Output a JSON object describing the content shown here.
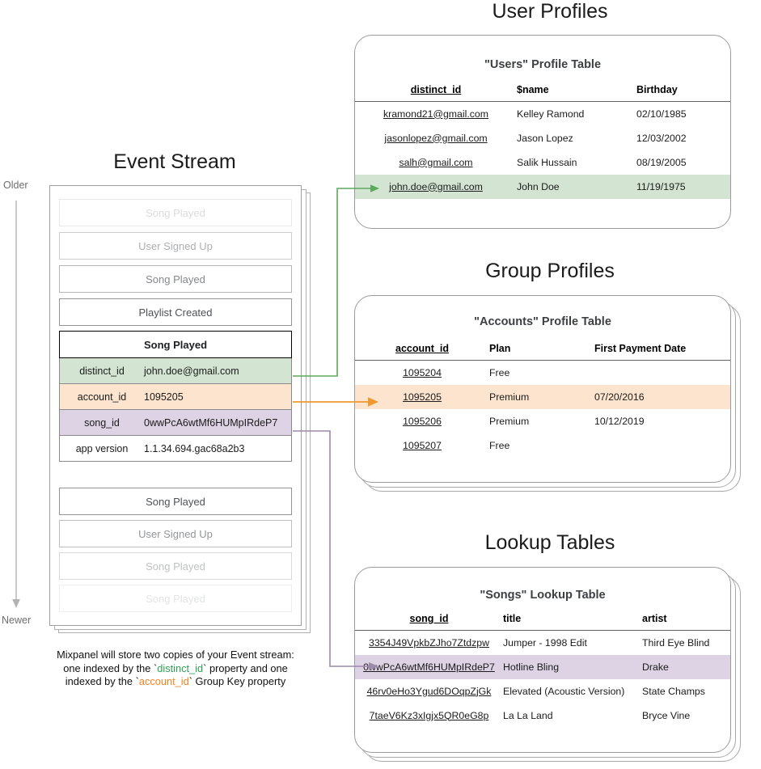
{
  "sections": {
    "event_stream_title": "Event Stream",
    "user_profiles_title": "User Profiles",
    "group_profiles_title": "Group Profiles",
    "lookup_tables_title": "Lookup Tables"
  },
  "timeline": {
    "older_label": "Older",
    "newer_label": "Newer"
  },
  "event_stream": {
    "events_before": [
      {
        "name": "Song Played",
        "opacity": 0.18
      },
      {
        "name": "User Signed Up",
        "opacity": 0.42
      },
      {
        "name": "Song Played",
        "opacity": 0.62
      },
      {
        "name": "Playlist Created",
        "opacity": 0.9
      }
    ],
    "selected_event": {
      "name": "Song Played",
      "properties": [
        {
          "key": "distinct_id",
          "value": "john.doe@gmail.com",
          "highlight": "green"
        },
        {
          "key": "account_id",
          "value": "1095205",
          "highlight": "orange"
        },
        {
          "key": "song_id",
          "value": "0wwPcA6wtMf6HUMpIRdeP7",
          "highlight": "purple"
        },
        {
          "key": "app version",
          "value": "1.1.34.694.gac68a2b3",
          "highlight": "none"
        }
      ]
    },
    "events_after": [
      {
        "name": "Song Played",
        "opacity": 0.9
      },
      {
        "name": "User Signed Up",
        "opacity": 0.55
      },
      {
        "name": "Song Played",
        "opacity": 0.32
      },
      {
        "name": "Song Played",
        "opacity": 0.14
      }
    ]
  },
  "caption": {
    "line1": "Mixpanel will store two copies of your Event stream:",
    "line2_a": "one indexed by the `",
    "line2_b": "distinct_id",
    "line2_c": "` property and one",
    "line3_a": "indexed by the `",
    "line3_b": "account_id",
    "line3_c": "` Group Key property"
  },
  "users_table": {
    "title": "\"Users\" Profile Table",
    "columns": [
      "distinct_id",
      "$name",
      "Birthday"
    ],
    "rows": [
      {
        "distinct_id": "kramond21@gmail.com",
        "name": "Kelley Ramond",
        "birthday": "02/10/1985",
        "highlighted": false
      },
      {
        "distinct_id": "jasonlopez@gmail.com",
        "name": "Jason Lopez",
        "birthday": "12/03/2002",
        "highlighted": false
      },
      {
        "distinct_id": "salh@gmail.com",
        "name": "Salik Hussain",
        "birthday": "08/19/2005",
        "highlighted": false
      },
      {
        "distinct_id": "john.doe@gmail.com",
        "name": "John Doe",
        "birthday": "11/19/1975",
        "highlighted": true
      }
    ]
  },
  "accounts_table": {
    "title": "\"Accounts\" Profile Table",
    "columns": [
      "account_id",
      "Plan",
      "First Payment Date"
    ],
    "rows": [
      {
        "account_id": "1095204",
        "plan": "Free",
        "first_payment_date": "",
        "highlighted": false
      },
      {
        "account_id": "1095205",
        "plan": "Premium",
        "first_payment_date": "07/20/2016",
        "highlighted": true
      },
      {
        "account_id": "1095206",
        "plan": "Premium",
        "first_payment_date": "10/12/2019",
        "highlighted": false
      },
      {
        "account_id": "1095207",
        "plan": "Free",
        "first_payment_date": "",
        "highlighted": false
      }
    ]
  },
  "songs_table": {
    "title": "\"Songs\" Lookup Table",
    "columns": [
      "song_id",
      "title",
      "artist"
    ],
    "rows": [
      {
        "song_id": "3354J49VpkbZJho7Ztdzpw",
        "title": "Jumper - 1998 Edit",
        "artist": "Third Eye Blind",
        "highlighted": false
      },
      {
        "song_id": "0wwPcA6wtMf6HUMpIRdeP7",
        "title": "Hotline Bling",
        "artist": "Drake",
        "highlighted": true
      },
      {
        "song_id": "46rv0eHo3Ygud6DOqpZjGk",
        "title": "Elevated (Acoustic Version)",
        "artist": "State Champs",
        "highlighted": false
      },
      {
        "song_id": "7taeV6Kz3xIgjx5QR0eG8p",
        "title": "La La Land",
        "artist": "Bryce Vine",
        "highlighted": false
      }
    ]
  },
  "colors": {
    "green_highlight": "#D3E5D2",
    "orange_highlight": "#FCE4CE",
    "purple_highlight": "#DED2E5",
    "green_arrow": "#5CA85C",
    "orange_arrow": "#F0992E",
    "purple_arrow": "#9B8AA8",
    "card_border": "#9e9e9e"
  }
}
